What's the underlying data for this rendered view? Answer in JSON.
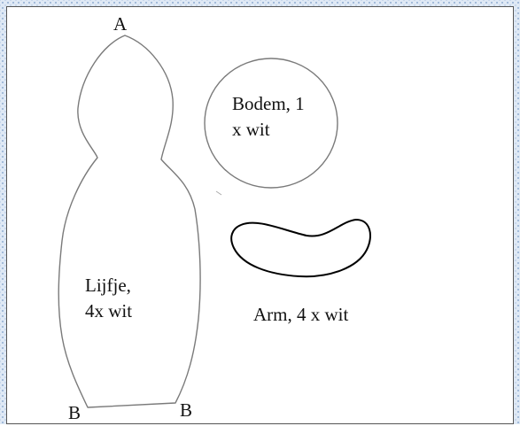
{
  "labels": {
    "point_a": "A",
    "point_b_left": "B",
    "point_b_right": "B",
    "body_piece": "Lijfje,\n4x wit",
    "bottom_piece": "Bodem, 1\nx wit",
    "arm_piece": "Arm, 4 x wit"
  },
  "colors": {
    "frame": "#dfe9f5",
    "outline_light": "#7a7a7a",
    "outline_dark": "#000000"
  }
}
